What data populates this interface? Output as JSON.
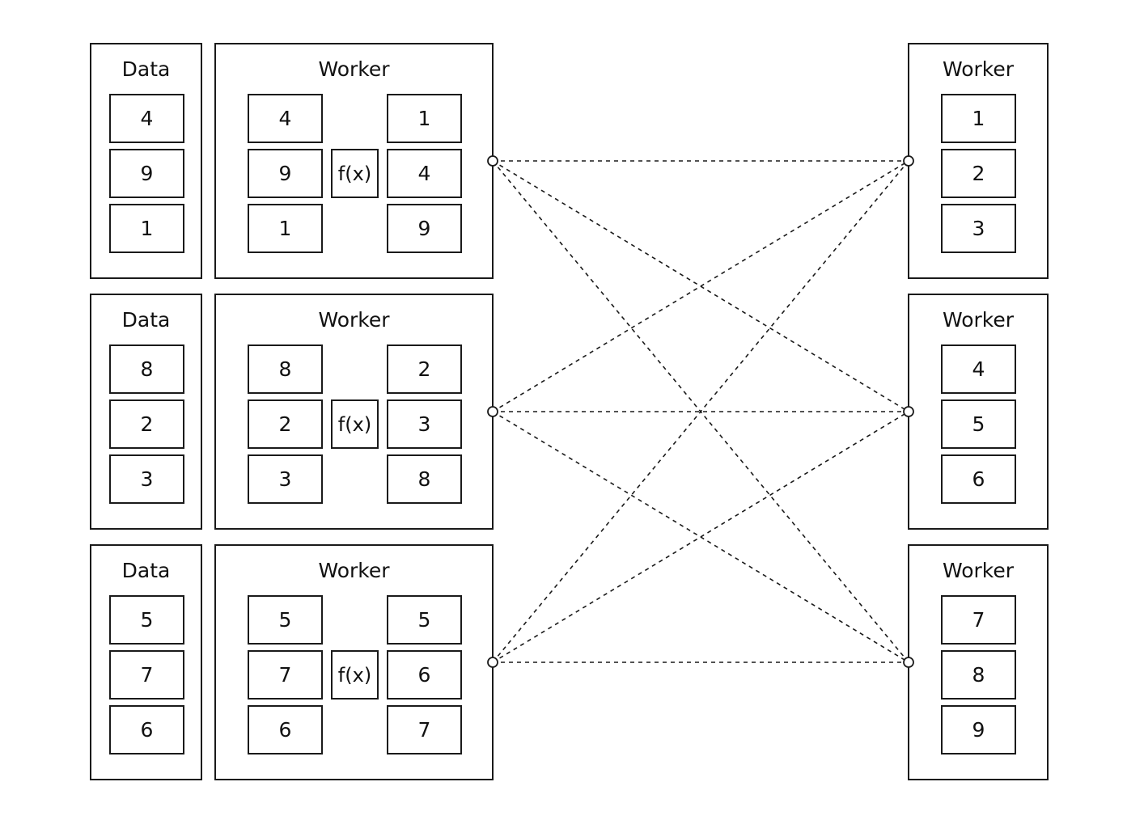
{
  "labels": {
    "data": "Data",
    "worker": "Worker",
    "function": "f(x)"
  },
  "rows": [
    {
      "data": [
        "4",
        "9",
        "1"
      ],
      "worker_input": [
        "4",
        "9",
        "1"
      ],
      "worker_output": [
        "1",
        "4",
        "9"
      ]
    },
    {
      "data": [
        "8",
        "2",
        "3"
      ],
      "worker_input": [
        "8",
        "2",
        "3"
      ],
      "worker_output": [
        "2",
        "3",
        "8"
      ]
    },
    {
      "data": [
        "5",
        "7",
        "6"
      ],
      "worker_input": [
        "5",
        "7",
        "6"
      ],
      "worker_output": [
        "5",
        "6",
        "7"
      ]
    }
  ],
  "right_workers": [
    {
      "values": [
        "1",
        "2",
        "3"
      ]
    },
    {
      "values": [
        "4",
        "5",
        "6"
      ]
    },
    {
      "values": [
        "7",
        "8",
        "9"
      ]
    }
  ],
  "connections": [
    [
      0,
      0
    ],
    [
      0,
      1
    ],
    [
      0,
      2
    ],
    [
      1,
      0
    ],
    [
      1,
      1
    ],
    [
      1,
      2
    ],
    [
      2,
      0
    ],
    [
      2,
      1
    ],
    [
      2,
      2
    ]
  ],
  "colors": {
    "stroke": "#1a1a1a",
    "background": "#ffffff"
  }
}
